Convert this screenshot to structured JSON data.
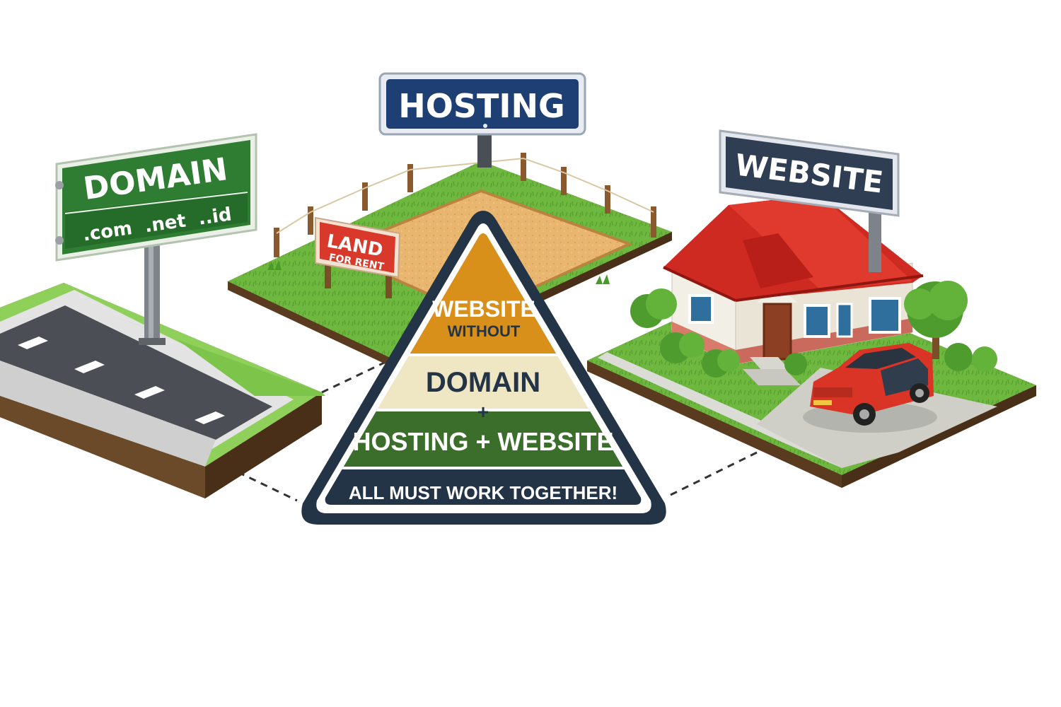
{
  "domain_sign": {
    "title": "DOMAIN",
    "extensions": ".com  .net  ..id"
  },
  "hosting_sign": {
    "title": "HOSTING"
  },
  "land_sign": {
    "title": "LAND",
    "subtitle": "FOR RENT"
  },
  "website_sign": {
    "title": "WEBSITE"
  },
  "pyramid": {
    "tier1_line1": "WEBSITE",
    "tier1_line2": "WITHOUT",
    "tier2": "DOMAIN",
    "plus": "+",
    "tier3": "HOSTING + WEBSITE",
    "tier4": "ALL MUST WORK TOGETHER!"
  },
  "colors": {
    "domain_green": "#2e7d32",
    "hosting_navy": "#1e3f73",
    "website_slate": "#2f3e52",
    "land_red": "#d8392b",
    "pyramid_orange": "#d8901a",
    "pyramid_cream": "#efe6c4",
    "pyramid_green": "#3b6e2b",
    "pyramid_navy": "#243447",
    "house_roof": "#cf2a22",
    "car_red": "#d93425"
  }
}
